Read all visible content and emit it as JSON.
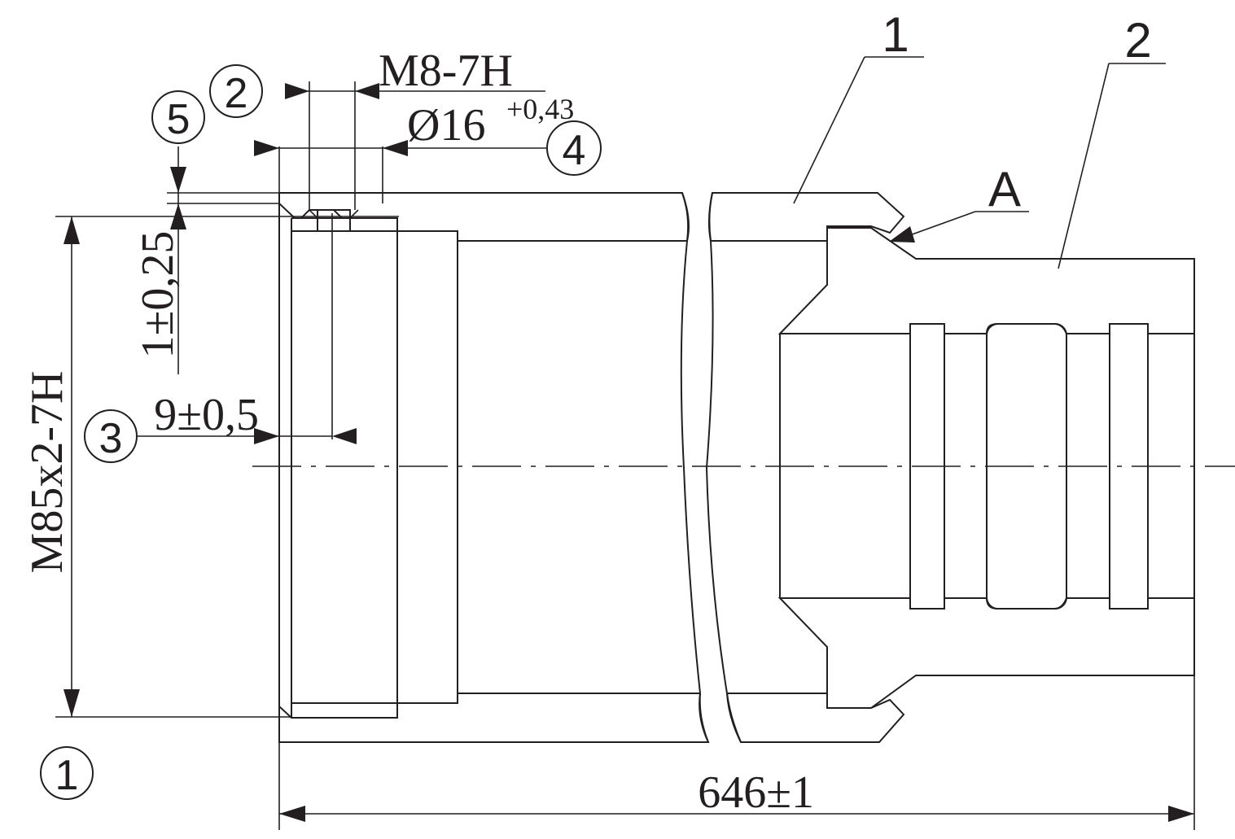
{
  "drawing": {
    "labels": {
      "part_1": "1",
      "part_2": "2",
      "view_a": "A"
    },
    "dimensions": {
      "thread_small": "M8-7H",
      "hole_diameter": "Ø16",
      "hole_tolerance": "+0,43",
      "depth": "1±0,25",
      "offset": "9±0,5",
      "main_thread": "M85x2-7H",
      "overall_length": "646±1"
    },
    "callouts": [
      "1",
      "2",
      "3",
      "4",
      "5"
    ],
    "colors": {
      "line": "#231f20",
      "background": "#ffffff"
    }
  }
}
